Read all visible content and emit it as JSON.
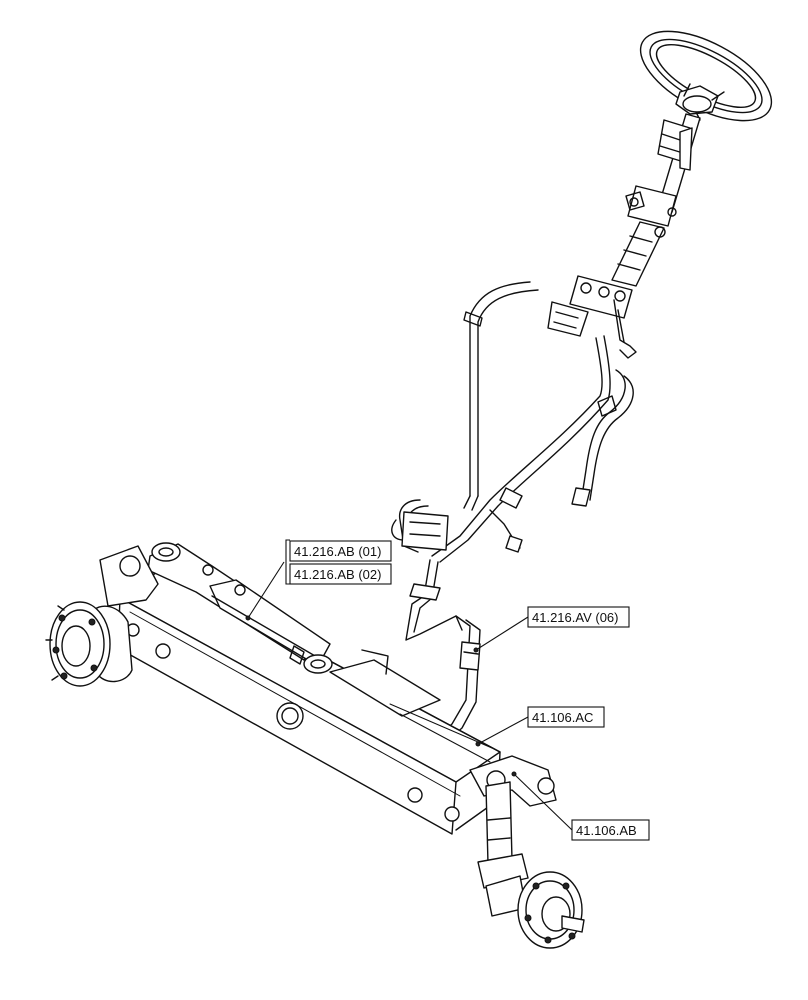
{
  "callouts": {
    "cylinder_01": "41.216.AB (01)",
    "cylinder_02": "41.216.AB (02)",
    "hose": "41.216.AV (06)",
    "axle_body": "41.106.AC",
    "knuckle": "41.106.AB"
  }
}
